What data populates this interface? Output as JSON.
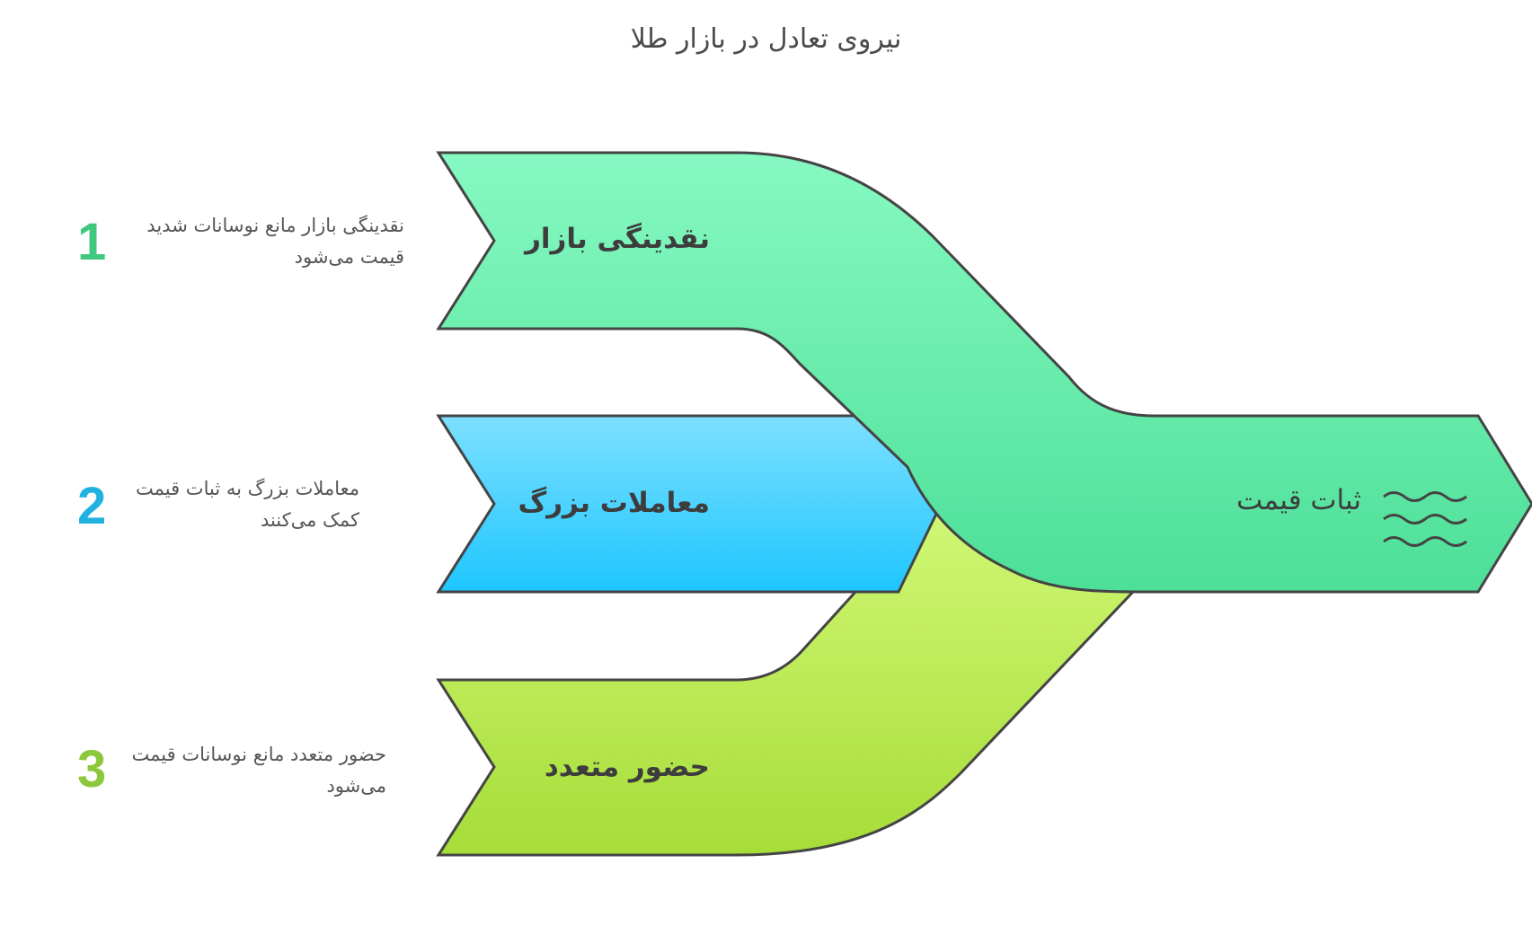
{
  "title": "نیروی تعادل در بازار طلا",
  "factors": [
    {
      "number": "1",
      "label": "نقدینگی بازار",
      "description": "نقدینگی بازار مانع نوسانات شدید قیمت می‌شود",
      "color": "#3ec97e"
    },
    {
      "number": "2",
      "label": "معاملات بزرگ",
      "description": "معاملات بزرگ به ثبات قیمت کمک می‌کنند",
      "color": "#22b2e0"
    },
    {
      "number": "3",
      "label": "حضور متعدد",
      "description": "حضور متعدد مانع نوسانات قیمت می‌شود",
      "color": "#8cc83c"
    }
  ],
  "result": {
    "label": "ثبات قیمت",
    "icon": "waves-icon"
  },
  "colors": {
    "green_top": "#86f9c1",
    "green_bottom": "#4ddf98",
    "blue_top": "#7de0ff",
    "blue_bottom": "#1ec6ff",
    "lime_top": "#d4f97a",
    "lime_bottom": "#a6dd38",
    "outline": "#444444"
  }
}
